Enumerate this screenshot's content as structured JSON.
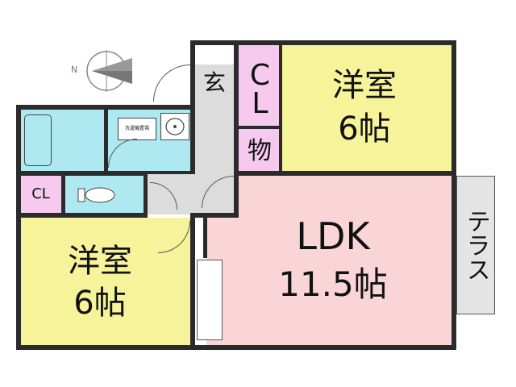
{
  "rooms": {
    "western_room_top": {
      "name": "洋室",
      "size": "6帖"
    },
    "western_room_bottom": {
      "name": "洋室",
      "size": "6帖"
    },
    "ldk": {
      "name": "LDK",
      "size": "11.5帖"
    },
    "closet_top": {
      "label": "CL"
    },
    "closet_left": {
      "label": "CL"
    },
    "storage": {
      "label": "物"
    },
    "entrance": {
      "label": "玄"
    },
    "terrace": {
      "label": "テラス"
    },
    "laundry": {
      "label": "洗濯機置場"
    }
  },
  "compass": {
    "label": "N"
  },
  "colors": {
    "western_room": "#f7f39a",
    "ldk": "#f9d5d8",
    "closet": "#f6c9ef",
    "wet_area": "#aee8f0",
    "hall": "#dcdcdc",
    "terrace": "#e4e4e4",
    "wall": "#2b2b2b"
  }
}
